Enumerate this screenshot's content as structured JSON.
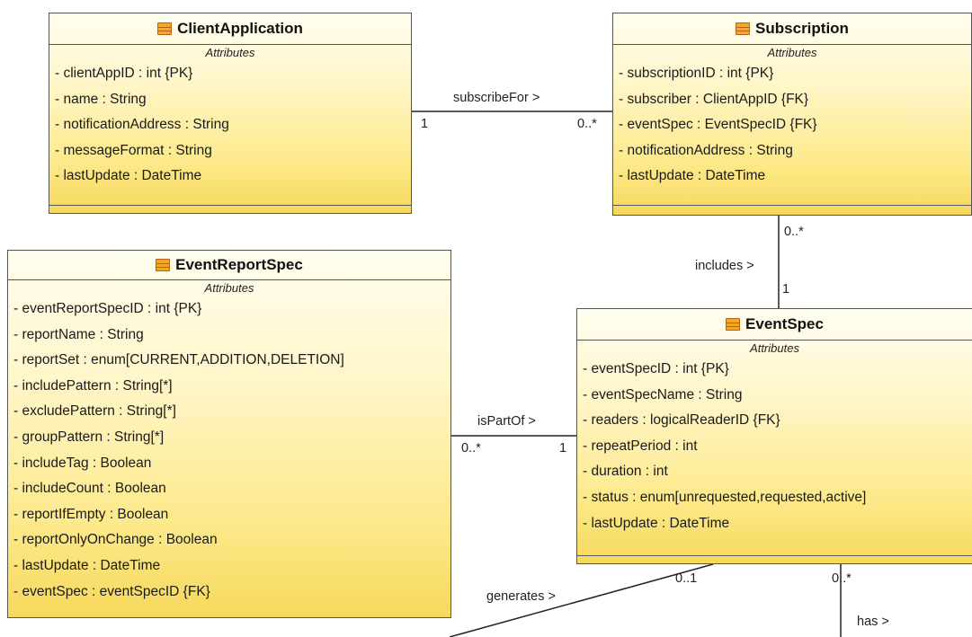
{
  "compartment_label": "Attributes",
  "classes": {
    "client_application": {
      "name": "ClientApplication",
      "attributes": [
        "- clientAppID : int {PK}",
        "- name : String",
        "- notificationAddress : String",
        "- messageFormat : String",
        "- lastUpdate : DateTime"
      ]
    },
    "subscription": {
      "name": "Subscription",
      "attributes": [
        "- subscriptionID : int {PK}",
        "- subscriber : ClientAppID {FK}",
        "- eventSpec : EventSpecID {FK}",
        "- notificationAddress : String",
        "- lastUpdate : DateTime"
      ]
    },
    "event_report_spec": {
      "name": "EventReportSpec",
      "attributes": [
        "- eventReportSpecID : int {PK}",
        "- reportName : String",
        "- reportSet : enum[CURRENT,ADDITION,DELETION]",
        "- includePattern : String[*]",
        "- excludePattern : String[*]",
        "- groupPattern : String[*]",
        "- includeTag : Boolean",
        "- includeCount : Boolean",
        "- reportIfEmpty : Boolean",
        "- reportOnlyOnChange : Boolean",
        "- lastUpdate : DateTime",
        "- eventSpec : eventSpecID {FK}"
      ]
    },
    "event_spec": {
      "name": "EventSpec",
      "attributes": [
        "- eventSpecID : int {PK}",
        "- eventSpecName : String",
        "- readers : logicalReaderID {FK}",
        "- repeatPeriod : int",
        "- duration : int",
        "- status : enum[unrequested,requested,active]",
        "- lastUpdate : DateTime"
      ]
    }
  },
  "associations": {
    "subscribe_for": {
      "name": "subscribeFor >",
      "source_mult": "1",
      "target_mult": "0..*"
    },
    "includes": {
      "name": "includes >",
      "source_mult": "0..*",
      "target_mult": "1"
    },
    "is_part_of": {
      "name": "isPartOf >",
      "source_mult": "0..*",
      "target_mult": "1"
    },
    "generates": {
      "name": "generates >",
      "target_mult": "0..1"
    },
    "has": {
      "name": "has >",
      "source_mult": "0..*"
    }
  }
}
